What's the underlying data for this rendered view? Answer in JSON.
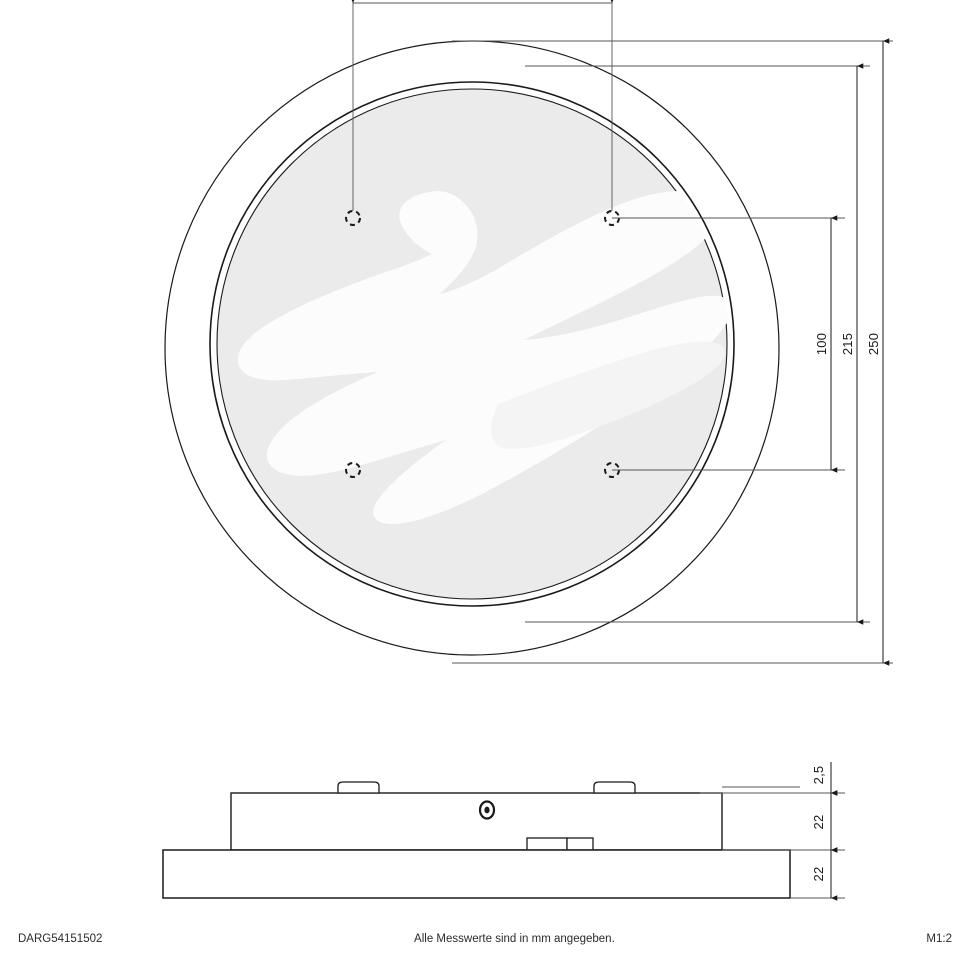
{
  "drawing": {
    "article_number": "DARG54151502",
    "note": "Alle Messwerte sind in mm angegeben.",
    "scale": "M1:2",
    "unit": "mm",
    "views": {
      "top": {
        "name": "top-view",
        "outer_diameter_label": "250",
        "inner_diameter_label": "215",
        "hole_pitch_label": "100",
        "mounting_holes": 4
      },
      "side": {
        "name": "side-view",
        "cover_thickness_label": "2,5",
        "upper_body_height_label": "22",
        "base_height_label": "22"
      }
    },
    "dimensions": {
      "d250": "250",
      "d215": "215",
      "pitch100": "100",
      "t25": "2,5",
      "h22_upper": "22",
      "h22_lower": "22"
    },
    "colors": {
      "line": "#1a1a1a",
      "thin_line": "#555555",
      "diffuser_fill": "#ebebeb",
      "highlight_fill": "#fcfcfc",
      "body_fill": "#ffffff",
      "text": "#2b2b2b"
    }
  }
}
